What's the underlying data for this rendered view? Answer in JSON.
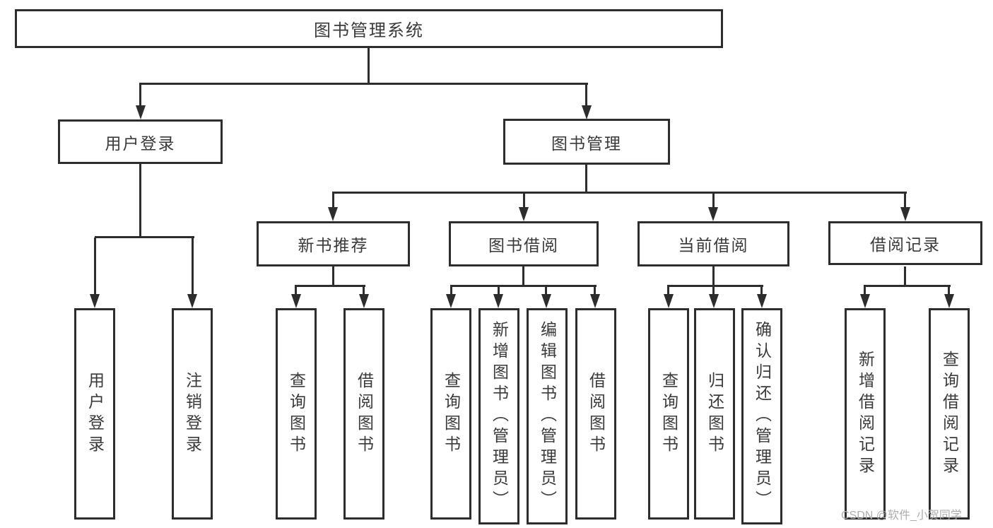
{
  "diagram": {
    "root": {
      "label": "图书管理系统",
      "children": [
        {
          "label": "用户登录",
          "children": [
            {
              "label": "用户登录"
            },
            {
              "label": "注销登录"
            }
          ]
        },
        {
          "label": "图书管理",
          "children": [
            {
              "label": "新书推荐",
              "children": [
                {
                  "label": "查询图书"
                },
                {
                  "label": "借阅图书"
                }
              ]
            },
            {
              "label": "图书借阅",
              "children": [
                {
                  "label": "查询图书"
                },
                {
                  "label": "新增图书（管理员）"
                },
                {
                  "label": "编辑图书（管理员）"
                },
                {
                  "label": "借阅图书"
                }
              ]
            },
            {
              "label": "当前借阅",
              "children": [
                {
                  "label": "查询图书"
                },
                {
                  "label": "归还图书"
                },
                {
                  "label": "确认归还（管理员）"
                }
              ]
            },
            {
              "label": "借阅记录",
              "children": [
                {
                  "label": "新增借阅记录"
                },
                {
                  "label": "查询借阅记录"
                }
              ]
            }
          ]
        }
      ]
    },
    "watermark": "CSDN @软件_小贺同学",
    "colors": {
      "line": "#2d2d2d",
      "text": "#3a3a3a",
      "box_background": "#ffffff",
      "page_background": "#ffffff",
      "watermark": "#aeaeae"
    }
  }
}
